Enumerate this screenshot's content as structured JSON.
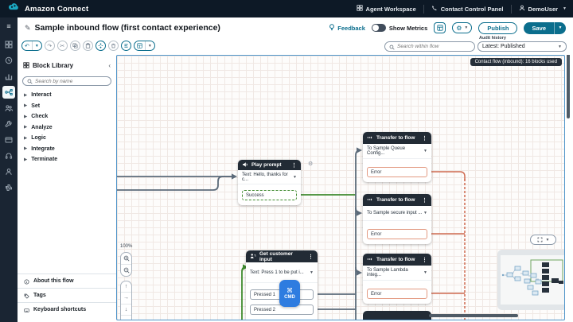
{
  "colors": {
    "topbar_bg": "#0d1926",
    "nav_bg": "#1a2533",
    "accent": "#0b6e8d",
    "block_header": "#222b35",
    "success": "#3f8a2f",
    "error": "#cf6a50",
    "error_border": "#e39a82",
    "connector": "#5c6b7a",
    "canvas_border": "#4f94c9",
    "badge_bg": "#252e39",
    "grid": "#f0e8e4",
    "toggle": "#414d5c",
    "cmd": "#2e7ce0"
  },
  "topbar": {
    "brand": "Amazon Connect",
    "agent_workspace": "Agent Workspace",
    "contact_control_panel": "Contact Control Panel",
    "user": "DemoUser"
  },
  "header": {
    "title": "Sample inbound flow (first contact experience)",
    "feedback": "Feedback",
    "show_metrics": "Show Metrics",
    "publish": "Publish",
    "save": "Save",
    "search_placeholder": "Search within flow",
    "audit_history_label": "Audit history",
    "audit_history_value": "Latest: Published"
  },
  "toolbar_icons": [
    "undo",
    "undo-menu",
    "redo",
    "cut",
    "copy",
    "paste",
    "multi-select",
    "delete",
    "align",
    "arrange",
    "arrange-menu"
  ],
  "nav_icons": [
    "menu",
    "dashboard",
    "history",
    "metrics",
    "flows",
    "users",
    "routing",
    "channels",
    "agent",
    "profile",
    "integrations"
  ],
  "sidebar": {
    "title": "Block Library",
    "search_placeholder": "Search by name",
    "categories": [
      {
        "label": "Interact"
      },
      {
        "label": "Set"
      },
      {
        "label": "Check"
      },
      {
        "label": "Analyze"
      },
      {
        "label": "Logic"
      },
      {
        "label": "Integrate"
      },
      {
        "label": "Terminate"
      }
    ],
    "footer": [
      {
        "label": "About this flow"
      },
      {
        "label": "Tags"
      },
      {
        "label": "Keyboard shortcuts"
      }
    ]
  },
  "canvas": {
    "badge": "Contact flow (inbound): 16 blocks used",
    "zoom_level": "100%",
    "cmd_symbol": "⌘",
    "cmd_hint": "CMD",
    "blocks": {
      "play_prompt": {
        "title": "Play prompt",
        "field": "Text: Hello, thanks for c...",
        "outcome": "Success"
      },
      "transfer_queue": {
        "title": "Transfer to flow",
        "field": "To Sample Queue Config...",
        "outcome": "Error"
      },
      "transfer_secure": {
        "title": "Transfer to flow",
        "field": "To Sample secure input ...",
        "outcome": "Error"
      },
      "transfer_lambda": {
        "title": "Transfer to flow",
        "field": "To Sample Lambda integ...",
        "outcome": "Error"
      },
      "get_customer_input": {
        "title": "Get customer input",
        "field": "Text: Press 1 to be put i...",
        "outcome_1": "Pressed 1",
        "outcome_2": "Pressed 2"
      }
    }
  }
}
